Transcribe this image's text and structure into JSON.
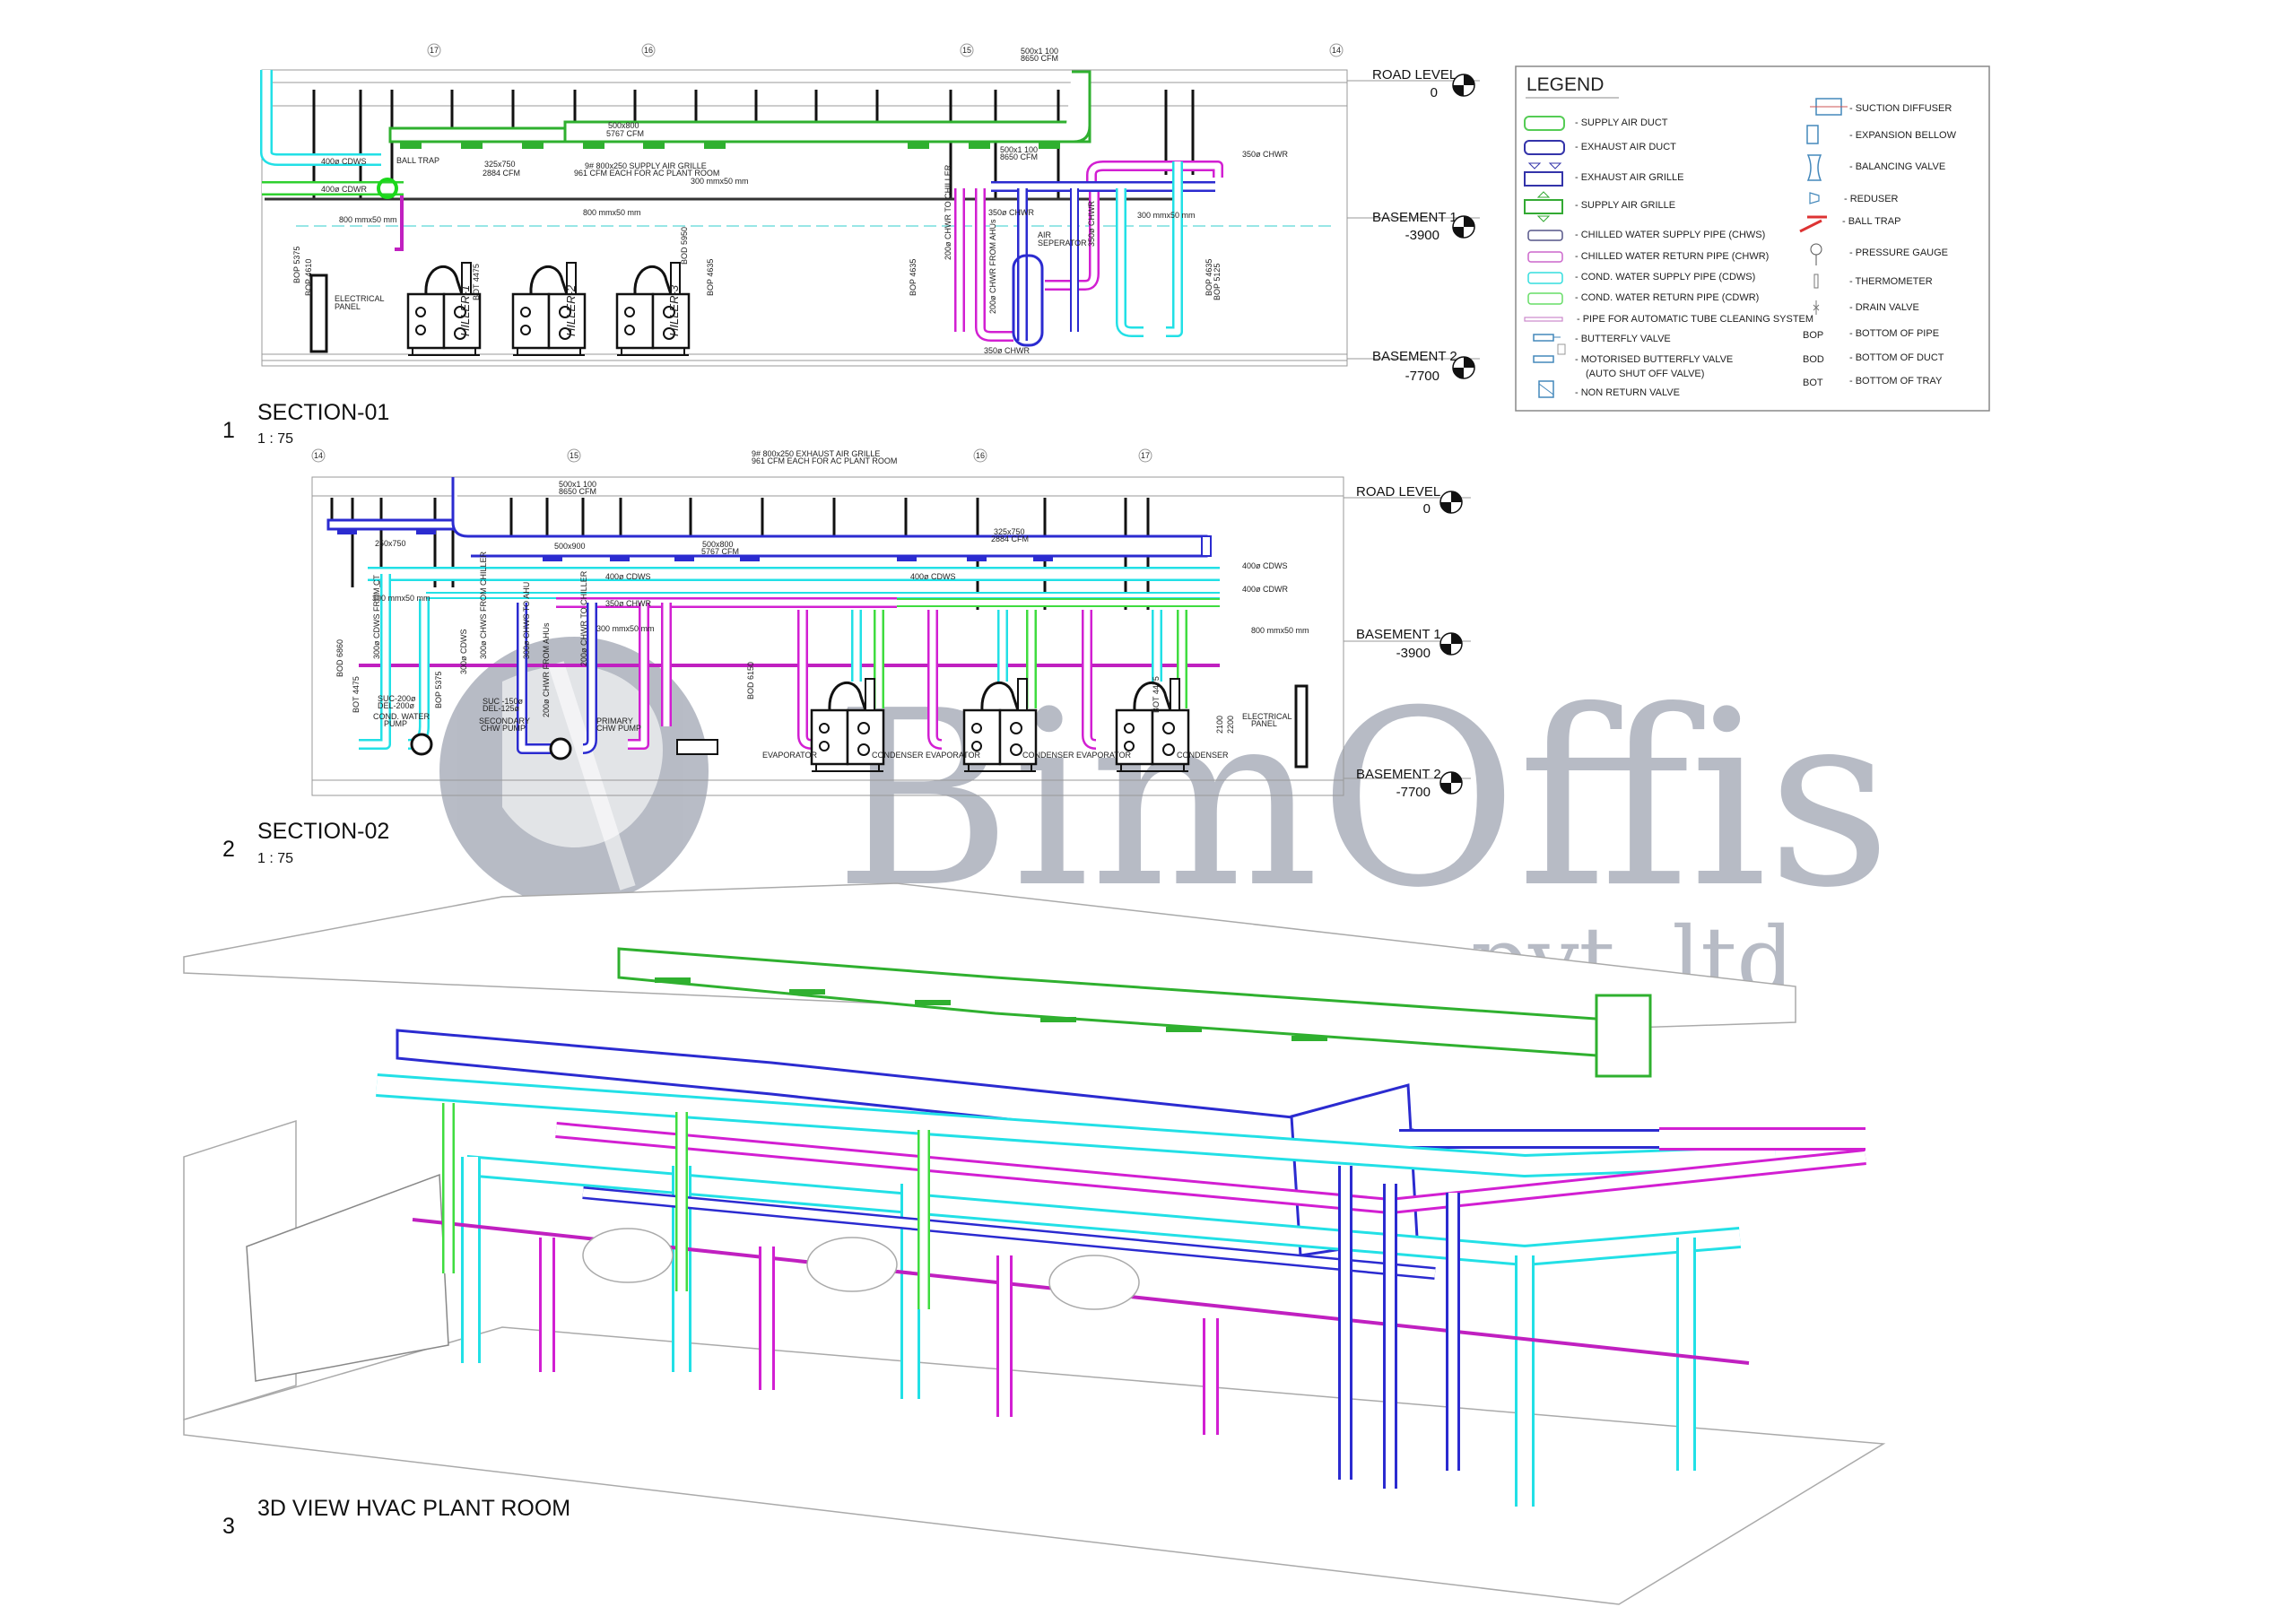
{
  "colors": {
    "supply_air": "#2fb02f",
    "exhaust_air": "#2b2bd0",
    "chws": "#2b2bd0",
    "chwr": "#d21fd2",
    "cdws": "#22e0e6",
    "cdwr": "#3fdc3f",
    "watermark": "#7d8597"
  },
  "levels": {
    "road": {
      "label": "ROAD LEVEL",
      "value": "0"
    },
    "basement1": {
      "label": "BASEMENT 1",
      "value": "-3900"
    },
    "basement2": {
      "label": "BASEMENT 2",
      "value": "-7700"
    }
  },
  "section1": {
    "number": "1",
    "title": "SECTION-01",
    "scale": "1 : 75",
    "grid": [
      "17",
      "16",
      "15",
      "14"
    ],
    "labels": {
      "cdws": "400ø CDWS",
      "cdwr": "400ø CDWR",
      "ball_trap": "BALL TRAP",
      "tray1": "800 mmx50 mm",
      "duct1_size": "325x750",
      "duct1_cfm": "2884 CFM",
      "duct2_size": "500x800",
      "duct2_cfm": "5767 CFM",
      "grille_1": "9# 800x250 SUPPLY AIR GRILLE",
      "grille_2": "961 CFM EACH FOR AC PLANT ROOM",
      "tray2": "800 mmx50 mm",
      "tray3": "300 mmx50 mm",
      "tray4": "300 mmx50 mm",
      "duct3_size": "500x1 100",
      "duct3_cfm": "8650 CFM",
      "duct4_size": "500x1 100",
      "duct4_cfm": "8650 CFM",
      "chwr_350_a": "350ø CHWR",
      "chwr_350_b": "350ø CHWR",
      "chwr_350_c": "350ø CHWR",
      "chwr_350_d": "350ø CHWR",
      "chwr_to_chiller": "200ø CHWR TO CHILLER",
      "chwr_from_ahu": "200ø CHWR FROM AHUs",
      "air_sep_1": "AIR",
      "air_sep_2": "SEPERATOR",
      "elec_1": "ELECTRICAL",
      "elec_2": "PANEL",
      "chiller1": "HILLER-1",
      "chiller2": "HILLER-2",
      "chiller3": "HILLER-3",
      "bop5375": "BOP 5375",
      "bop4610": "BOP 4610",
      "bot4475": "BOT 4475",
      "bod5950": "BOD 5950",
      "bop4635a": "BOP 4635",
      "bop4635b": "BOP 4635",
      "bop4635c": "BOP 4635",
      "bop5125": "BOP 5125"
    }
  },
  "section2": {
    "number": "2",
    "title": "SECTION-02",
    "scale": "1 : 75",
    "grid": [
      "14",
      "15",
      "16",
      "17"
    ],
    "labels": {
      "duct1_size": "500x1 100",
      "duct1_cfm": "8650 CFM",
      "grille_1": "9# 800x250 EXHAUST AIR GRILLE",
      "grille_2": "961 CFM EACH FOR AC PLANT ROOM",
      "duct_250": "250x750",
      "duct_500x900": "500x900",
      "duct2_size": "500x800",
      "duct2_cfm": "5767 CFM",
      "duct3_size": "325x750",
      "duct3_cfm": "2884 CFM",
      "cdws_a": "400ø CDWS",
      "cdws_b": "400ø CDWS",
      "cdws_c": "400ø CDWS",
      "cdwr": "400ø CDWR",
      "chwr": "350ø CHWR",
      "tray1": "300 mmx50 mm",
      "tray2": "300 mmx50 mm",
      "tray3": "800 mmx50 mm",
      "cdws_from_ct": "300ø CDWS FROM CT",
      "cdws_300": "300ø CDWS",
      "chws_from_chiller": "300ø CHWS FROM CHILLER",
      "chws_to_ahu": "300ø CHWS TO AHU",
      "chwr_from_ahu": "200ø CHWR FROM AHUs",
      "chwr_to_chiller": "200ø CHWR TO CHILLER",
      "suc1": "SUC-200ø",
      "del1": "DEL-200ø",
      "cond_pump_1": "COND. WATER",
      "cond_pump_2": "PUMP",
      "suc2": "SUC -150ø",
      "del2": "DEL-125ø",
      "sec_pump_1": "SECONDARY",
      "sec_pump_2": "CHW PUMP",
      "pri_pump_1": "PRIMARY",
      "pri_pump_2": "CHW PUMP",
      "evap_cond": [
        "EVAPORATOR",
        "CONDENSER EVAPORATOR",
        "CONDENSER EVAPORATOR",
        "CONDENSER"
      ],
      "elec_1": "ELECTRICAL",
      "elec_2": "PANEL",
      "bod6860": "BOD 6860",
      "bot4475a": "BOT 4475",
      "bot4475b": "BOT 4475",
      "bod6150": "BOD 6150",
      "bop5375": "BOP 5375",
      "dim2100": "2100",
      "dim2200": "2200"
    }
  },
  "legend": {
    "title": "LEGEND",
    "left": [
      {
        "icon": "supply-air-duct",
        "label": "- SUPPLY AIR DUCT"
      },
      {
        "icon": "exhaust-air-duct",
        "label": "- EXHAUST AIR DUCT"
      },
      {
        "icon": "exhaust-air-grille",
        "label": "- EXHAUST AIR GRILLE"
      },
      {
        "icon": "supply-air-grille",
        "label": "- SUPPLY AIR GRILLE"
      },
      {
        "icon": "chws-pipe",
        "label": "- CHILLED WATER SUPPLY PIPE (CHWS)"
      },
      {
        "icon": "chwr-pipe",
        "label": "- CHILLED WATER RETURN PIPE (CHWR)"
      },
      {
        "icon": "cdws-pipe",
        "label": "- COND. WATER SUPPLY PIPE (CDWS)"
      },
      {
        "icon": "cdwr-pipe",
        "label": "- COND. WATER RETURN PIPE (CDWR)"
      },
      {
        "icon": "atcs-pipe",
        "label": "- PIPE FOR AUTOMATIC TUBE CLEANING SYSTEM"
      },
      {
        "icon": "butterfly-valve",
        "label": "- BUTTERFLY VALVE"
      },
      {
        "icon": "motorised-butterfly-valve",
        "label": "- MOTORISED BUTTERFLY VALVE",
        "label2": "(AUTO SHUT OFF VALVE)"
      },
      {
        "icon": "non-return-valve",
        "label": "- NON RETURN VALVE"
      }
    ],
    "right": [
      {
        "icon": "suction-diffuser",
        "label": "-  SUCTION DIFFUSER"
      },
      {
        "icon": "expansion-bellow",
        "label": "-  EXPANSION BELLOW"
      },
      {
        "icon": "balancing-valve",
        "label": "-  BALANCING VALVE"
      },
      {
        "icon": "reducer",
        "label": "- REDUSER"
      },
      {
        "icon": "ball-trap",
        "label": "- BALL TRAP"
      },
      {
        "icon": "pressure-gauge",
        "label": "-  PRESSURE GAUGE"
      },
      {
        "icon": "thermometer",
        "label": "-  THERMOMETER"
      },
      {
        "icon": "drain-valve",
        "label": "-  DRAIN VALVE"
      },
      {
        "abbr": "BOP",
        "label": "-  BOTTOM OF PIPE"
      },
      {
        "abbr": "BOD",
        "label": "-  BOTTOM OF DUCT"
      },
      {
        "abbr": "BOT",
        "label": "-  BOTTOM OF TRAY"
      }
    ]
  },
  "view3d": {
    "number": "3",
    "title": "3D VIEW HVAC PLANT ROOM"
  },
  "watermark": {
    "brand": "BimOffis",
    "sub": "pvt. ltd"
  }
}
